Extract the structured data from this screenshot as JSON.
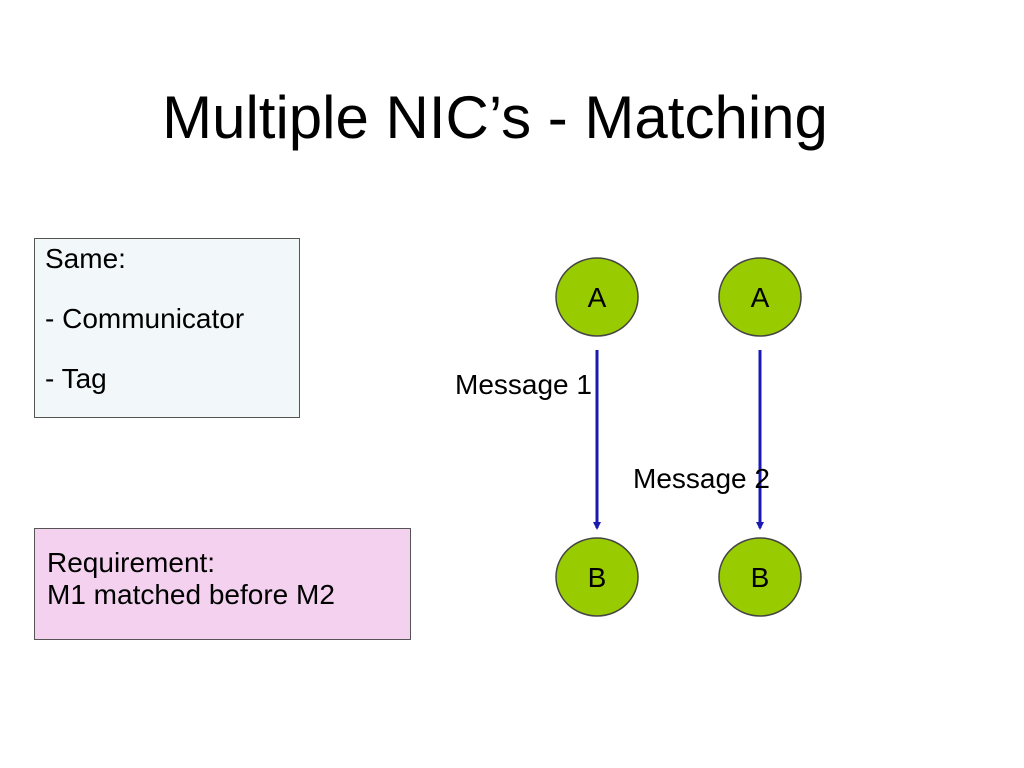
{
  "slide": {
    "title": "Multiple NIC’s - Matching"
  },
  "same_box": {
    "heading": "Same:",
    "items": [
      "- Communicator",
      "- Tag"
    ]
  },
  "requirement_box": {
    "heading": "Requirement:",
    "text": "M1 matched before M2"
  },
  "diagram": {
    "nodes": {
      "sender_1": "A",
      "sender_2": "A",
      "receiver_1": "B",
      "receiver_2": "B"
    },
    "messages": {
      "message_1": "Message 1",
      "message_2": "Message 2"
    }
  },
  "colors": {
    "node_fill": "#99cc00",
    "node_stroke": "#444444",
    "arrow": "#1a1ab3",
    "same_box_bg": "#f2f8fa",
    "requirement_box_bg": "#f3d1ef"
  }
}
